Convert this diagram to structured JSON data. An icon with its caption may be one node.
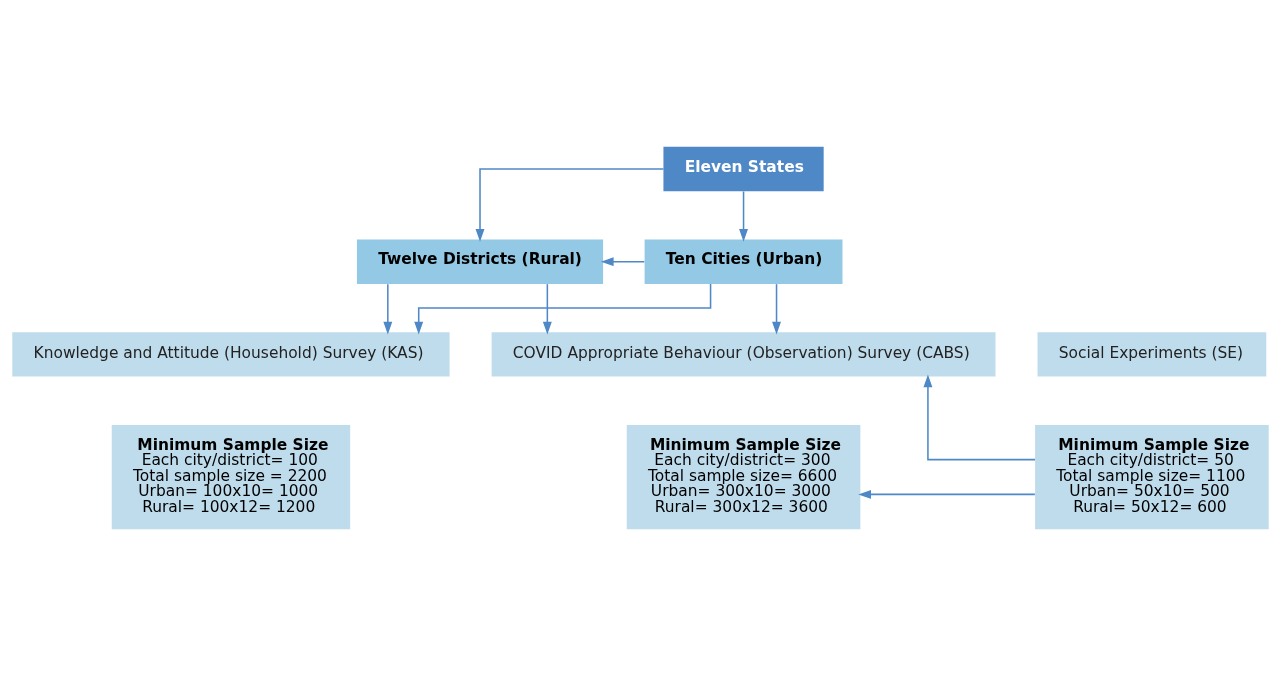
{
  "diagram": {
    "nodes": [
      {
        "text": [
          "Eleven States"
        ]
      },
      {
        "text": [
          "Ten Cities (Urban)"
        ]
      },
      {
        "text": [
          "Twelve Districts (Rural)"
        ]
      },
      {
        "text": [
          "COVID Appropriate Behaviour (Observation) Survey (CABS)"
        ]
      },
      {
        "text": [
          "Social Experiments (SE)"
        ]
      },
      {
        "text": [
          "Knowledge and Attitude (Household) Survey (KAS)"
        ]
      },
      {
        "text": [
          "Minimum Sample Size",
          "Each city/district= 300",
          "Total sample size= 6600",
          "Urban= 300x10= 3000",
          "Rural= 300x12= 3600"
        ]
      },
      {
        "text": [
          "Minimum Sample Size",
          "Each city/district= 50",
          "Total sample size= 1100",
          "Urban= 50x10= 500",
          "Rural= 50x12= 600"
        ]
      },
      {
        "text": [
          "Minimum Sample Size",
          "Each city/district= 100",
          "Total sample size = 2200",
          "Urban= 100x10= 1000",
          "Rural= 100x12= 1200"
        ]
      }
    ],
    "edges": [
      {
        "from": 0,
        "to": 1,
        "arrow": "to"
      },
      {
        "from": 0,
        "to": 2,
        "arrow": "to"
      },
      {
        "from": 1,
        "to": 2,
        "arrow": "to"
      },
      {
        "from": 1,
        "to": 3,
        "arrow": "to"
      },
      {
        "from": 1,
        "to": 5,
        "arrow": "to"
      },
      {
        "from": 2,
        "to": 3,
        "arrow": "to"
      },
      {
        "from": 2,
        "to": 5,
        "arrow": "to"
      },
      {
        "from": 7,
        "to": 3,
        "arrow": "to"
      },
      {
        "from": 7,
        "to": 6,
        "arrow": "to"
      }
    ]
  }
}
